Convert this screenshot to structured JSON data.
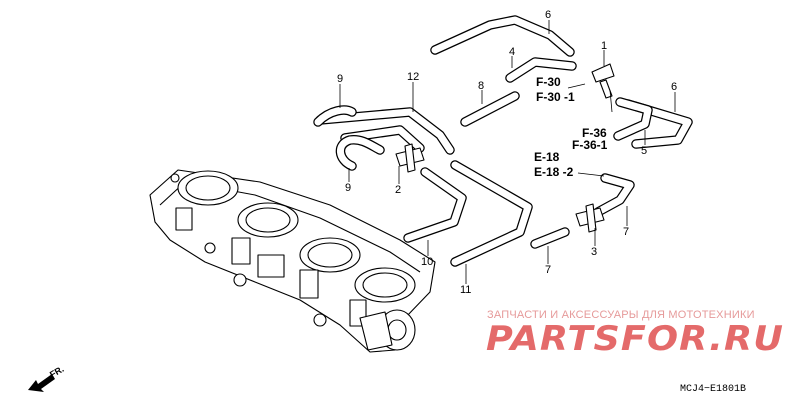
{
  "diagram": {
    "callouts": {
      "c6a": "6",
      "c4": "4",
      "c1": "1",
      "c9a": "9",
      "c12": "12",
      "c8": "8",
      "c6b": "6",
      "c5": "5",
      "c9b": "9",
      "c2": "2",
      "c3": "3",
      "c7a": "7",
      "c10": "10",
      "c11": "11",
      "c7b": "7"
    },
    "refs": {
      "f30": "F-30",
      "f301": "F-30 -1",
      "f36": "F-36",
      "f361": "F-36-1",
      "e18": "E-18",
      "e182": "E-18 -2"
    },
    "direction": "FR.",
    "drawing_code": "MCJ4−E1801B"
  },
  "watermark": {
    "subtitle": "ЗАПЧАСТИ И АКСЕССУАРЫ ДЛЯ МОТОТЕХНИКИ",
    "logo": "PARTSFOR.RU"
  },
  "colors": {
    "line": "#000000",
    "watermark": "#e46a6a",
    "background": "#ffffff"
  }
}
